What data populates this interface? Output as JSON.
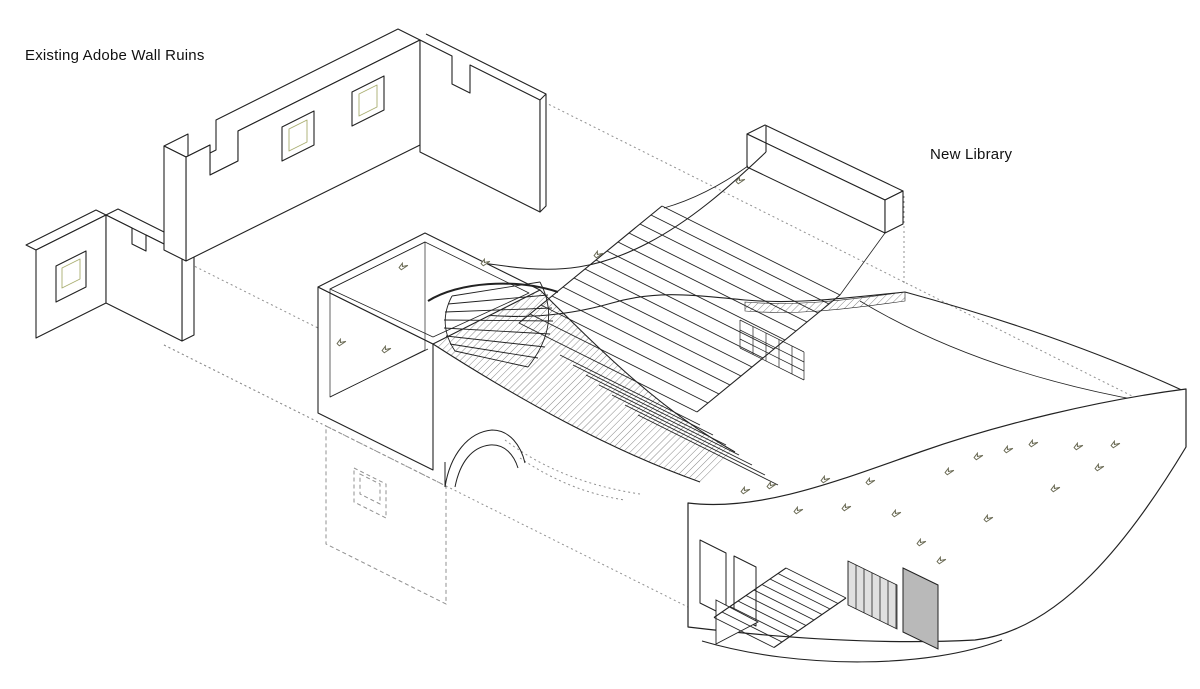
{
  "diagram": {
    "type": "axonometric-architectural-drawing",
    "labels": {
      "ruins": "Existing Adobe Wall Ruins",
      "library": "New Library"
    },
    "colors": {
      "background": "#ffffff",
      "line": "#222222",
      "construction_line": "#909090",
      "window_accent_olive": "#a8ad6f",
      "panel_gray": "#b9b9b9"
    }
  }
}
